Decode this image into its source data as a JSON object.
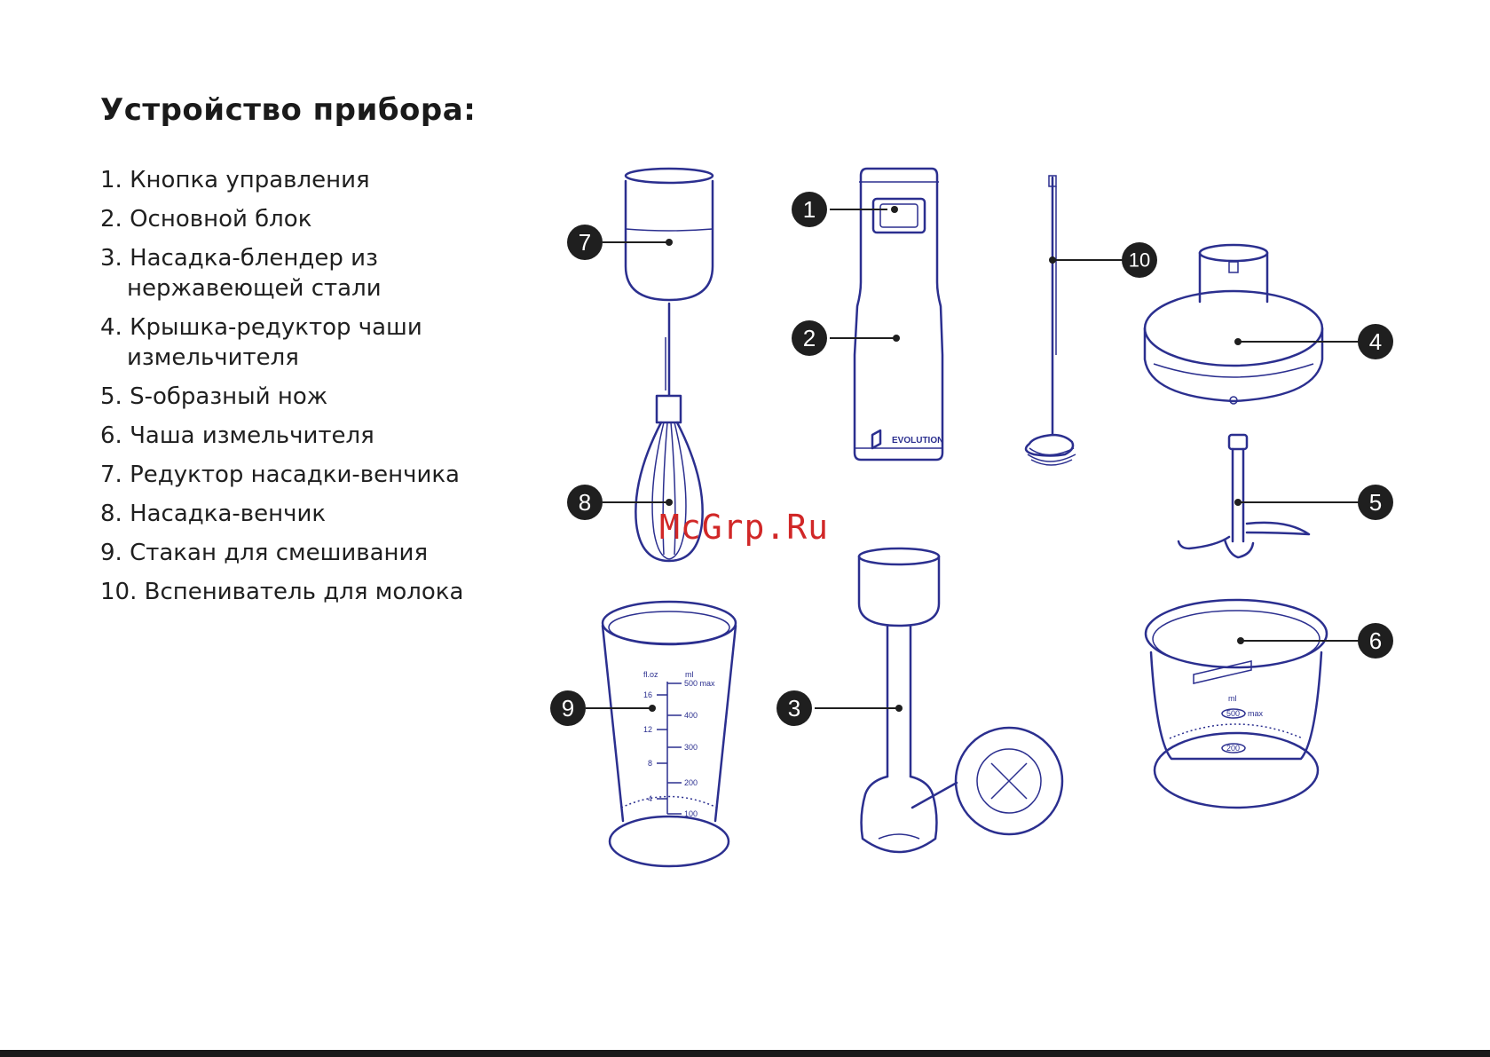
{
  "title": "Устройство прибора:",
  "parts": [
    {
      "num": "1.",
      "text": "Кнопка управления",
      "cont": ""
    },
    {
      "num": "2.",
      "text": "Основной блок",
      "cont": ""
    },
    {
      "num": "3.",
      "text": "Насадка-блендер из",
      "cont": "нержавеющей стали"
    },
    {
      "num": "4.",
      "text": "Крышка-редуктор чаши",
      "cont": "измельчителя"
    },
    {
      "num": "5.",
      "text": "S-образный нож",
      "cont": ""
    },
    {
      "num": "6.",
      "text": "Чаша измельчителя",
      "cont": ""
    },
    {
      "num": "7.",
      "text": "Редуктор насадки-венчика",
      "cont": ""
    },
    {
      "num": "8.",
      "text": "Насадка-венчик",
      "cont": ""
    },
    {
      "num": "9.",
      "text": "Стакан для смешивания",
      "cont": ""
    },
    {
      "num": "10.",
      "text": "Вспениватель для молока",
      "cont": ""
    }
  ],
  "markers": [
    "1",
    "2",
    "3",
    "4",
    "5",
    "6",
    "7",
    "8",
    "9",
    "10"
  ],
  "brand": "EVOLUTION",
  "cup_scale": {
    "unit_left": "fl.oz",
    "unit_right": "ml",
    "left_marks": [
      "16",
      "12",
      "8",
      "4"
    ],
    "right_marks": [
      "500 max",
      "400",
      "300",
      "200",
      "100"
    ]
  },
  "bowl_scale": {
    "unit": "ml",
    "marks": [
      "500",
      "200"
    ],
    "max_label": "max"
  },
  "watermark": "McGrp.Ru",
  "colors": {
    "line": "#2b2f8f",
    "marker": "#1f1f1f",
    "watermark": "#d12727"
  }
}
